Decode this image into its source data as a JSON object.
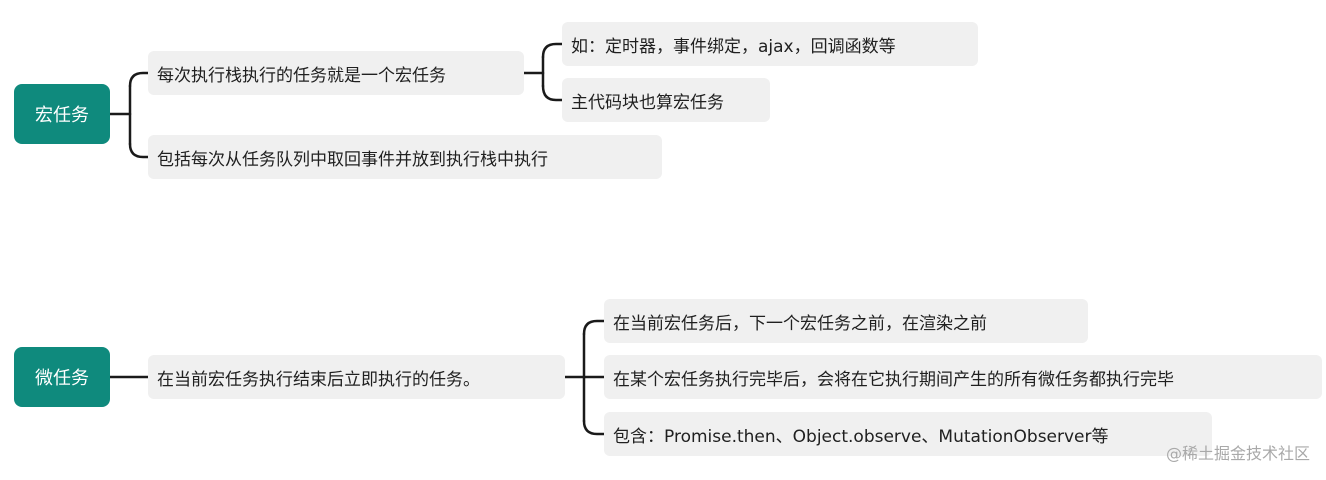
{
  "macro": {
    "root_label": "宏任务",
    "branch1_label": "每次执行栈执行的任务就是一个宏任务",
    "branch1_child1_label": "如：定时器，事件绑定，ajax，回调函数等",
    "branch1_child2_label": "主代码块也算宏任务",
    "branch2_label": "包括每次从任务队列中取回事件并放到执行栈中执行"
  },
  "micro": {
    "root_label": "微任务",
    "branch_label": "在当前宏任务执行结束后立即执行的任务。",
    "child1_label": "在当前宏任务后，下一个宏任务之前，在渲染之前",
    "child2_label": "在某个宏任务执行完毕后，会将在它执行期间产生的所有微任务都执行完毕",
    "child3_label": "包含：Promise.then、Object.observe、MutationObserver等"
  },
  "watermark": "@稀土掘金技术社区",
  "colors": {
    "root_fill": "#0f8a7d",
    "node_fill": "#f0f0f0",
    "connector": "#1a1a1a"
  }
}
